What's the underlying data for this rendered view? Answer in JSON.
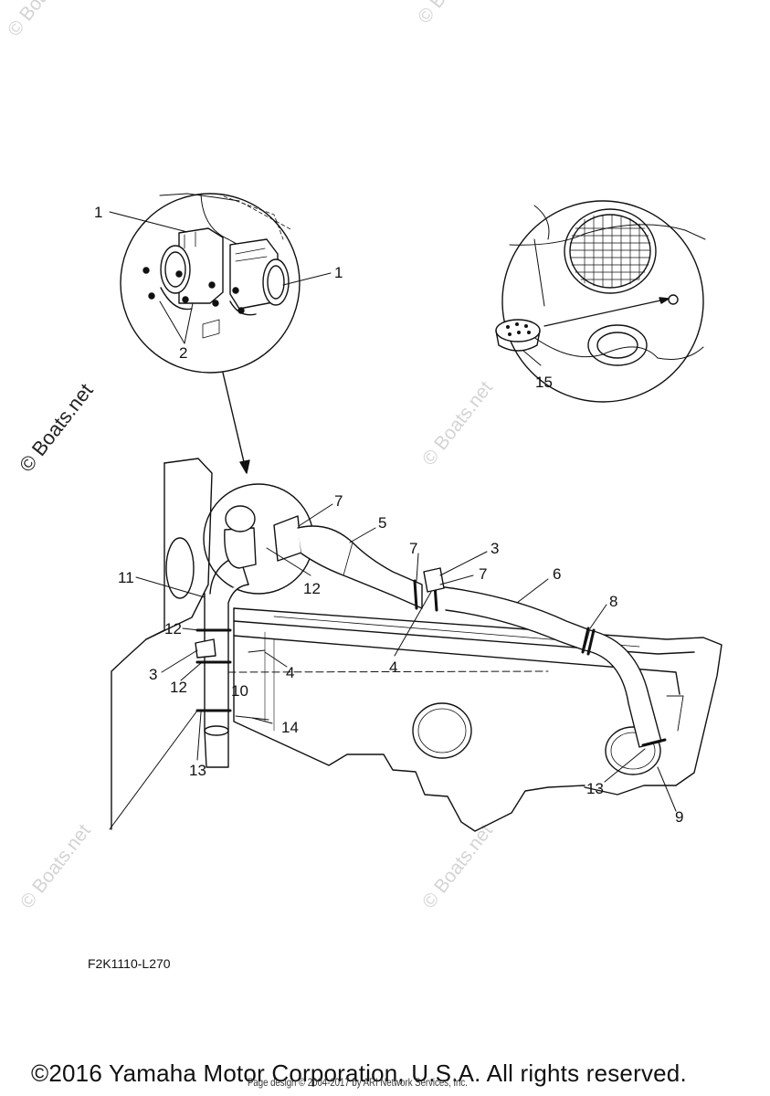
{
  "watermark": "© Boats.net",
  "callouts": [
    "1",
    "1",
    "2",
    "15",
    "7",
    "5",
    "3",
    "7",
    "7",
    "6",
    "11",
    "12",
    "8",
    "12",
    "3",
    "4",
    "12",
    "4",
    "10",
    "14",
    "13",
    "13",
    "9"
  ],
  "drawing_code": "F2K1110-L270",
  "copyright": "©2016 Yamaha Motor Corporation, U.S.A. All rights reserved.",
  "page_design": "Page design © 2004-2017 by ARI Network Services, Inc."
}
